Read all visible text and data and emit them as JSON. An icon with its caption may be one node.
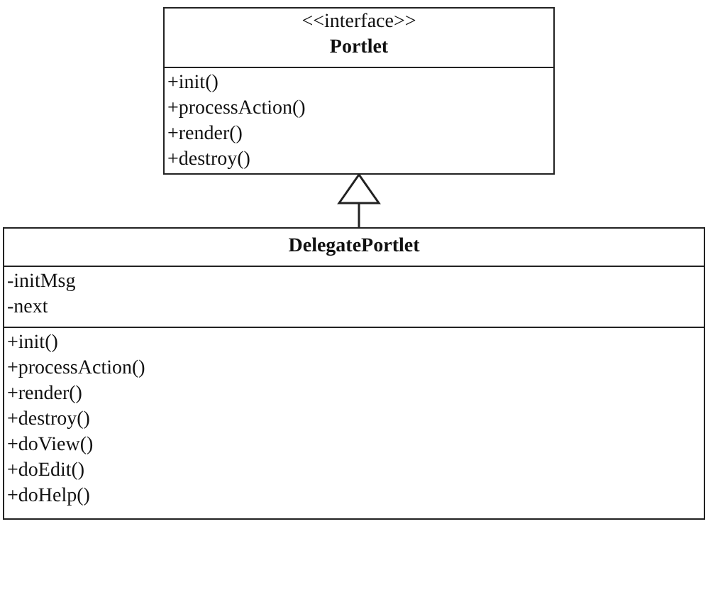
{
  "diagram": {
    "nodes": [
      {
        "text": [
          "<<interface>>",
          "Portlet",
          "+init()",
          "+processAction()",
          "+render()",
          "+destroy()"
        ]
      },
      {
        "text": [
          "DelegatePortlet",
          "-initMsg",
          "-next",
          "+init()",
          "+processAction()",
          "+render()",
          "+destroy()",
          "+doView()",
          "+doEdit()",
          "+doHelp()"
        ]
      }
    ],
    "edges": [
      {
        "from": 1,
        "to": 0,
        "arrow": "to"
      }
    ]
  }
}
